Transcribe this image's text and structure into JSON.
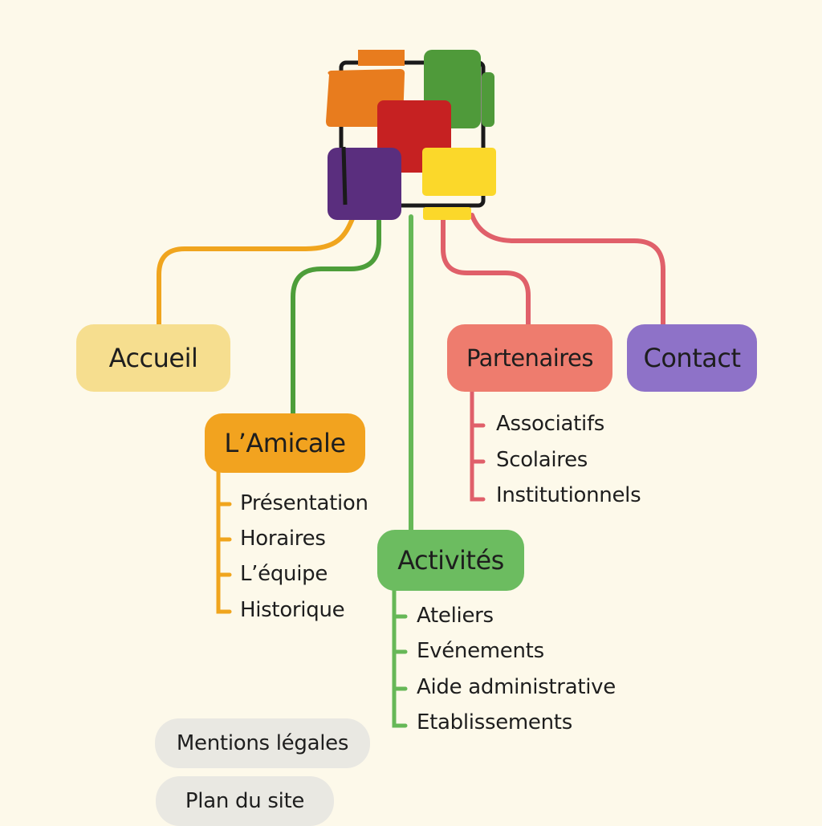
{
  "colors": {
    "background": "#fdf9ea",
    "yellow_line": "#f0a51e",
    "green_line": "#4d9e3a",
    "light_green_line": "#66b857",
    "red_line": "#e0606a",
    "logo_orange": "#e87c1e",
    "logo_green": "#4f9a3a",
    "logo_red": "#c62122",
    "logo_purple": "#5a2e7e",
    "logo_yellow": "#fbd82a"
  },
  "logo": {
    "icon": "colored-squares-logo-icon"
  },
  "nodes": {
    "accueil": {
      "label": "Accueil",
      "color": "#f6de8f"
    },
    "amicale": {
      "label": "L’Amicale",
      "color": "#f2a31f",
      "items": [
        "Présentation",
        "Horaires",
        "L’équipe",
        "Historique"
      ]
    },
    "activites": {
      "label": "Activités",
      "color": "#6cbc60",
      "items": [
        "Ateliers",
        "Evénements",
        "Aide administrative",
        "Etablissements"
      ]
    },
    "partenaires": {
      "label": "Partenaires",
      "color": "#ee7c6e",
      "items": [
        "Associatifs",
        "Scolaires",
        "Institutionnels"
      ]
    },
    "contact": {
      "label": "Contact",
      "color": "#8e72c8"
    }
  },
  "footer": {
    "mentions": "Mentions légales",
    "plan": "Plan du site"
  }
}
